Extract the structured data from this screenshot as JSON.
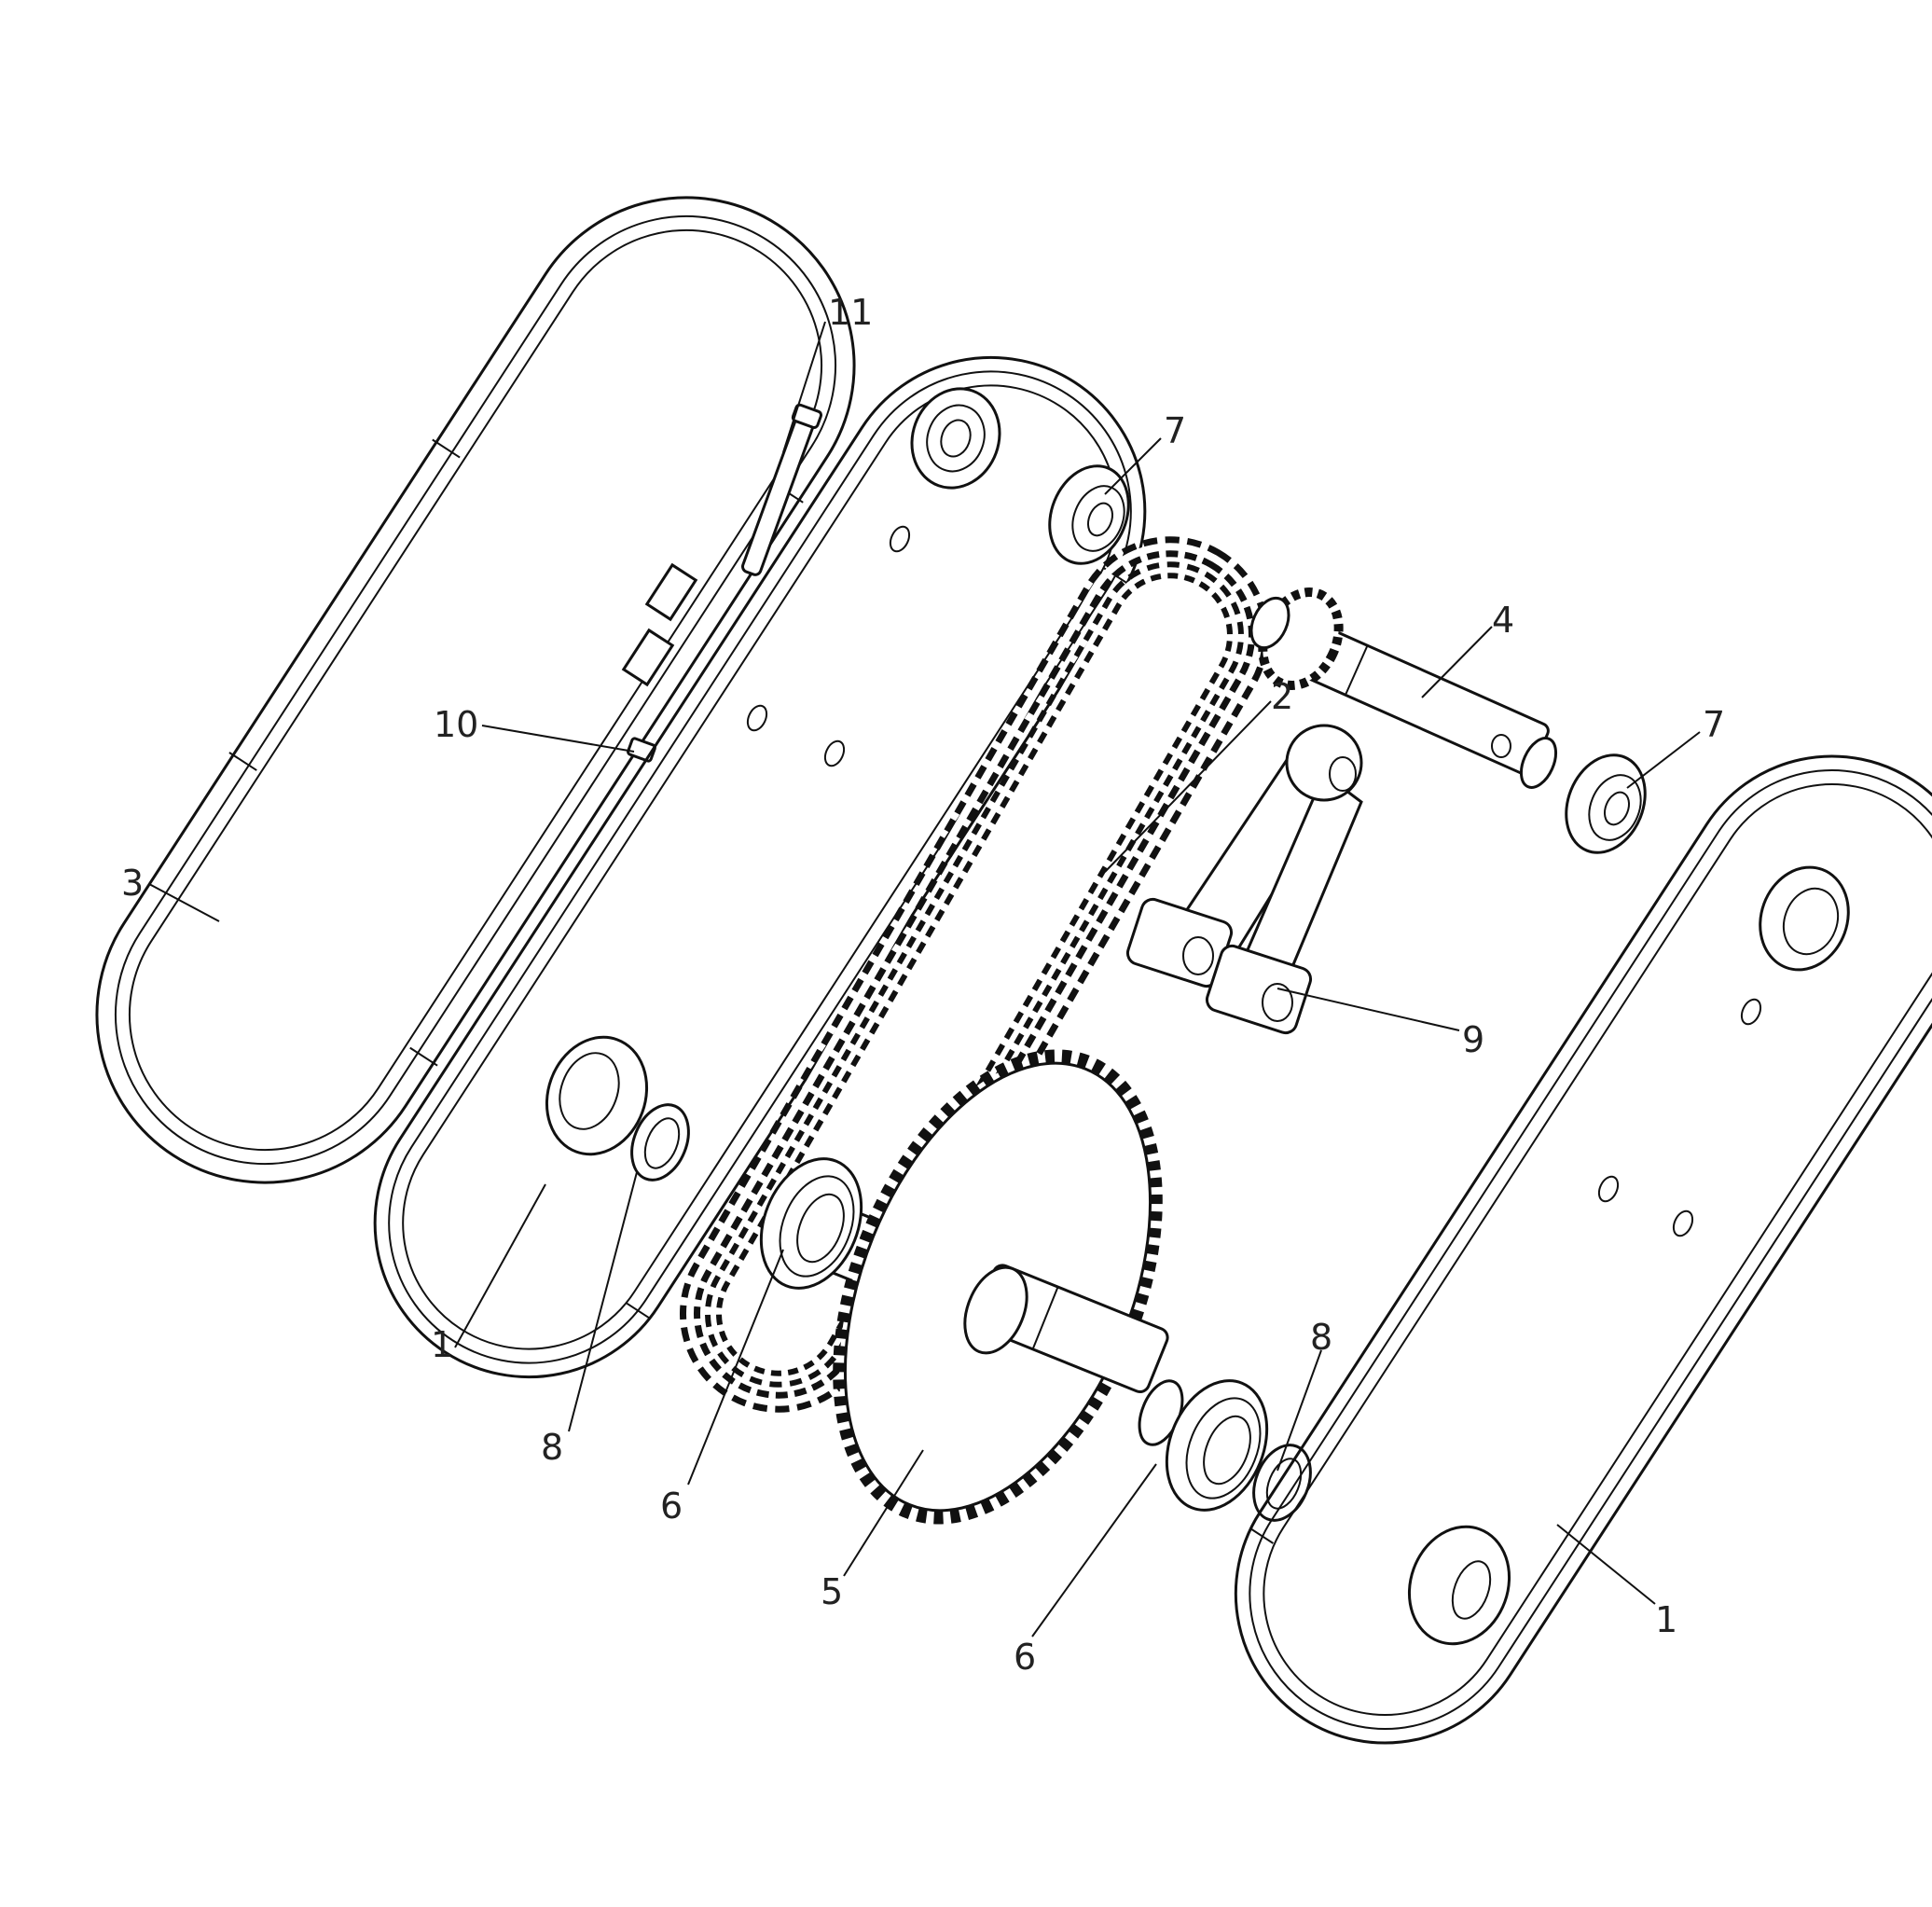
{
  "callouts": [
    {
      "id": "plate-left",
      "label": "1"
    },
    {
      "id": "plate-right",
      "label": "1"
    },
    {
      "id": "chain",
      "label": "2"
    },
    {
      "id": "belt-cover",
      "label": "3"
    },
    {
      "id": "drive-shaft-small",
      "label": "4"
    },
    {
      "id": "sprocket-large",
      "label": "5"
    },
    {
      "id": "bearing-left",
      "label": "6"
    },
    {
      "id": "bearing-right",
      "label": "6"
    },
    {
      "id": "bushing-top",
      "label": "7"
    },
    {
      "id": "bushing-right",
      "label": "7"
    },
    {
      "id": "washer-left",
      "label": "8"
    },
    {
      "id": "washer-right",
      "label": "8"
    },
    {
      "id": "crank-arm",
      "label": "9"
    },
    {
      "id": "key",
      "label": "10"
    },
    {
      "id": "pin",
      "label": "11"
    }
  ]
}
